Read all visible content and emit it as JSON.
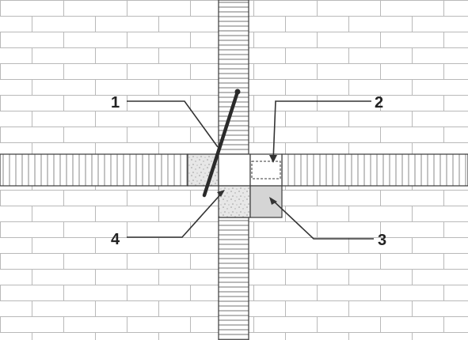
{
  "diagram": {
    "callouts": [
      {
        "id": "1",
        "label": "1"
      },
      {
        "id": "2",
        "label": "2"
      },
      {
        "id": "3",
        "label": "3"
      },
      {
        "id": "4",
        "label": "4"
      }
    ]
  },
  "colors": {
    "background": "#ffffff",
    "brick_line": "#b9b9b9",
    "hatch_line": "#8a8a8a",
    "outline": "#3a3a3a",
    "stipple_fill": "#e7e7e7",
    "sealant_fill": "#d5d5d5",
    "leader": "#333333",
    "label_text": "#222222"
  }
}
